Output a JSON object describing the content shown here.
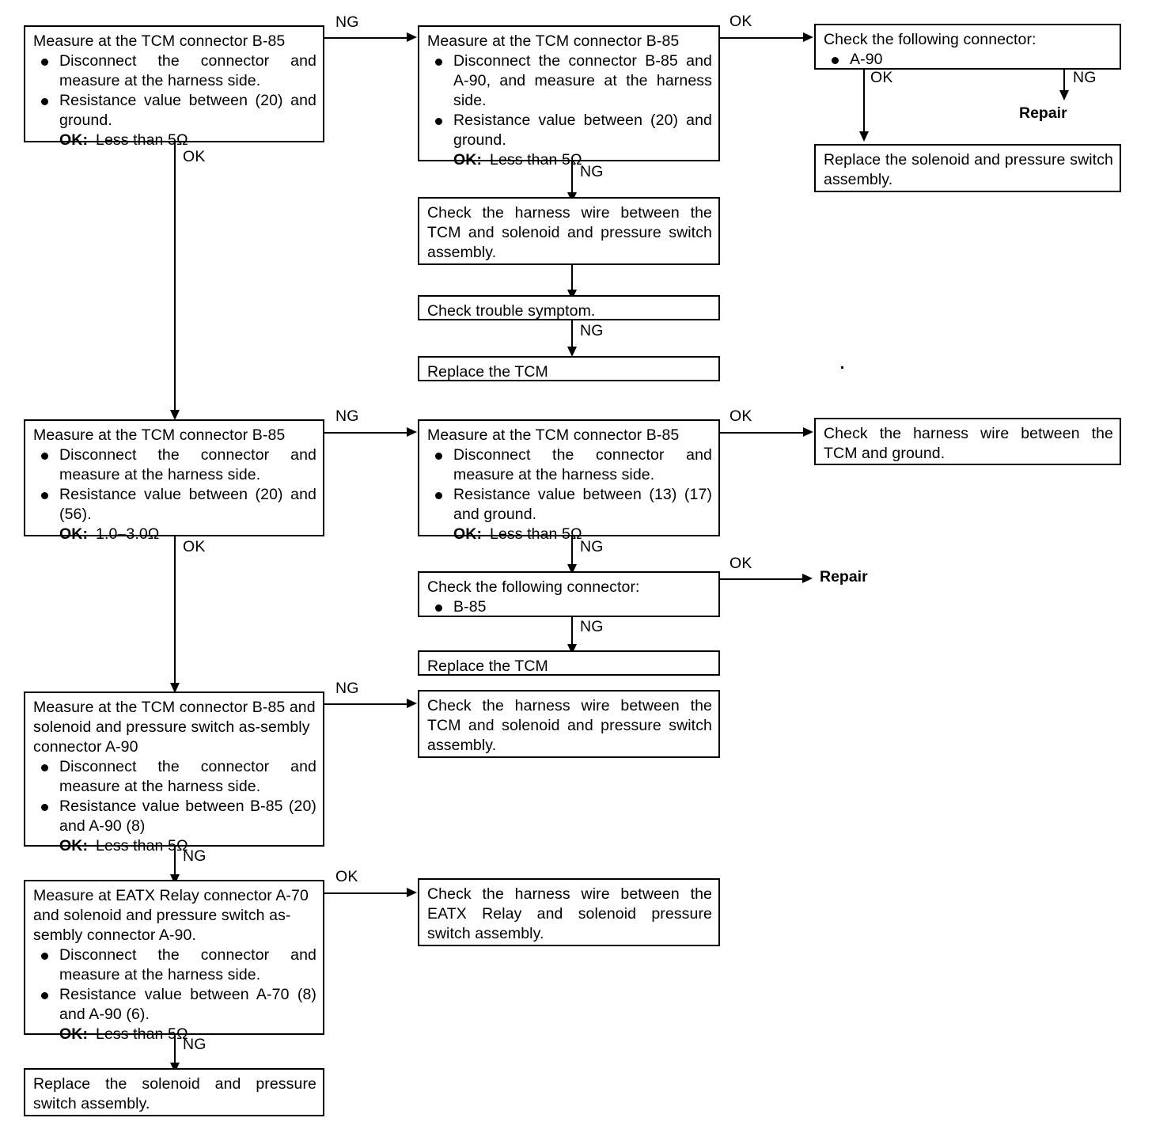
{
  "diagram": {
    "type": "troubleshooting-flowchart",
    "boxes": {
      "b1": {
        "title": "Measure at the TCM connector B-85",
        "bullets": [
          "Disconnect the connector and measure at the harness side.",
          "Resistance value between (20) and ground."
        ],
        "ok_label": "OK:",
        "ok_value": "Less than 5Ω"
      },
      "b2": {
        "title": "Measure at the TCM connector B-85",
        "bullets": [
          "Disconnect the connector B-85 and A-90, and measure at the harness side.",
          "Resistance value between (20) and ground."
        ],
        "ok_label": "OK:",
        "ok_value": "Less than 5Ω"
      },
      "b3": {
        "title": "Check the following connector:",
        "bullets": [
          "A-90"
        ]
      },
      "b4": {
        "text": "Replace the solenoid and pressure switch assembly."
      },
      "b5": {
        "text": "Check the harness wire between the TCM and solenoid and pressure switch assembly."
      },
      "b6": {
        "text": "Check trouble symptom."
      },
      "b7": {
        "text": "Replace the TCM"
      },
      "b8": {
        "title": "Measure at the TCM connector B-85",
        "bullets": [
          "Disconnect the connector and measure at the harness side.",
          "Resistance value between (20) and (56)."
        ],
        "ok_label": "OK:",
        "ok_value": "1.0–3.0Ω"
      },
      "b9": {
        "title": "Measure at the TCM connector B-85",
        "bullets": [
          "Disconnect the connector and measure at the harness side.",
          "Resistance value between (13) (17) and ground."
        ],
        "ok_label": "OK:",
        "ok_value": "Less than 5Ω"
      },
      "b10": {
        "text": "Check the harness wire between the TCM and ground."
      },
      "b11": {
        "title": "Check the following connector:",
        "bullets": [
          "B-85"
        ]
      },
      "b12": {
        "text": "Replace the TCM"
      },
      "b13": {
        "title": "Measure at the TCM connector B-85 and solenoid and pressure switch as-sembly connector A-90",
        "bullets": [
          "Disconnect the connector and measure at the harness side.",
          "Resistance value between B-85 (20) and A-90 (8)"
        ],
        "ok_label": "OK:",
        "ok_value": "Less than 5Ω"
      },
      "b14": {
        "text": "Check the harness wire between the TCM and solenoid and pressure switch assembly."
      },
      "b15": {
        "title": "Measure at EATX Relay connector A-70 and solenoid and pressure switch as-sembly connector A-90.",
        "bullets": [
          "Disconnect the connector and measure at the harness side.",
          "Resistance value between A-70 (8) and A-90 (6)."
        ],
        "ok_label": "OK:",
        "ok_value": "Less than 5Ω"
      },
      "b16": {
        "text": "Check the harness wire between the EATX Relay and solenoid pressure switch assembly."
      },
      "b17": {
        "text": "Replace the solenoid and pressure switch assembly."
      }
    },
    "terminals": {
      "repair_top": "Repair",
      "repair_mid": "Repair"
    },
    "edges": {
      "e1": "NG",
      "e2": "OK",
      "e3": "OK",
      "e4": "NG",
      "e5": "NG",
      "e6": "NG",
      "e7": "OK",
      "e8": "NG",
      "e9": "OK",
      "e10": "NG",
      "e11": "OK",
      "e12": "NG",
      "e13": "OK",
      "e14": "NG",
      "e15": "NG",
      "e16": "OK",
      "e17": "NG",
      "e18": "OK"
    }
  }
}
